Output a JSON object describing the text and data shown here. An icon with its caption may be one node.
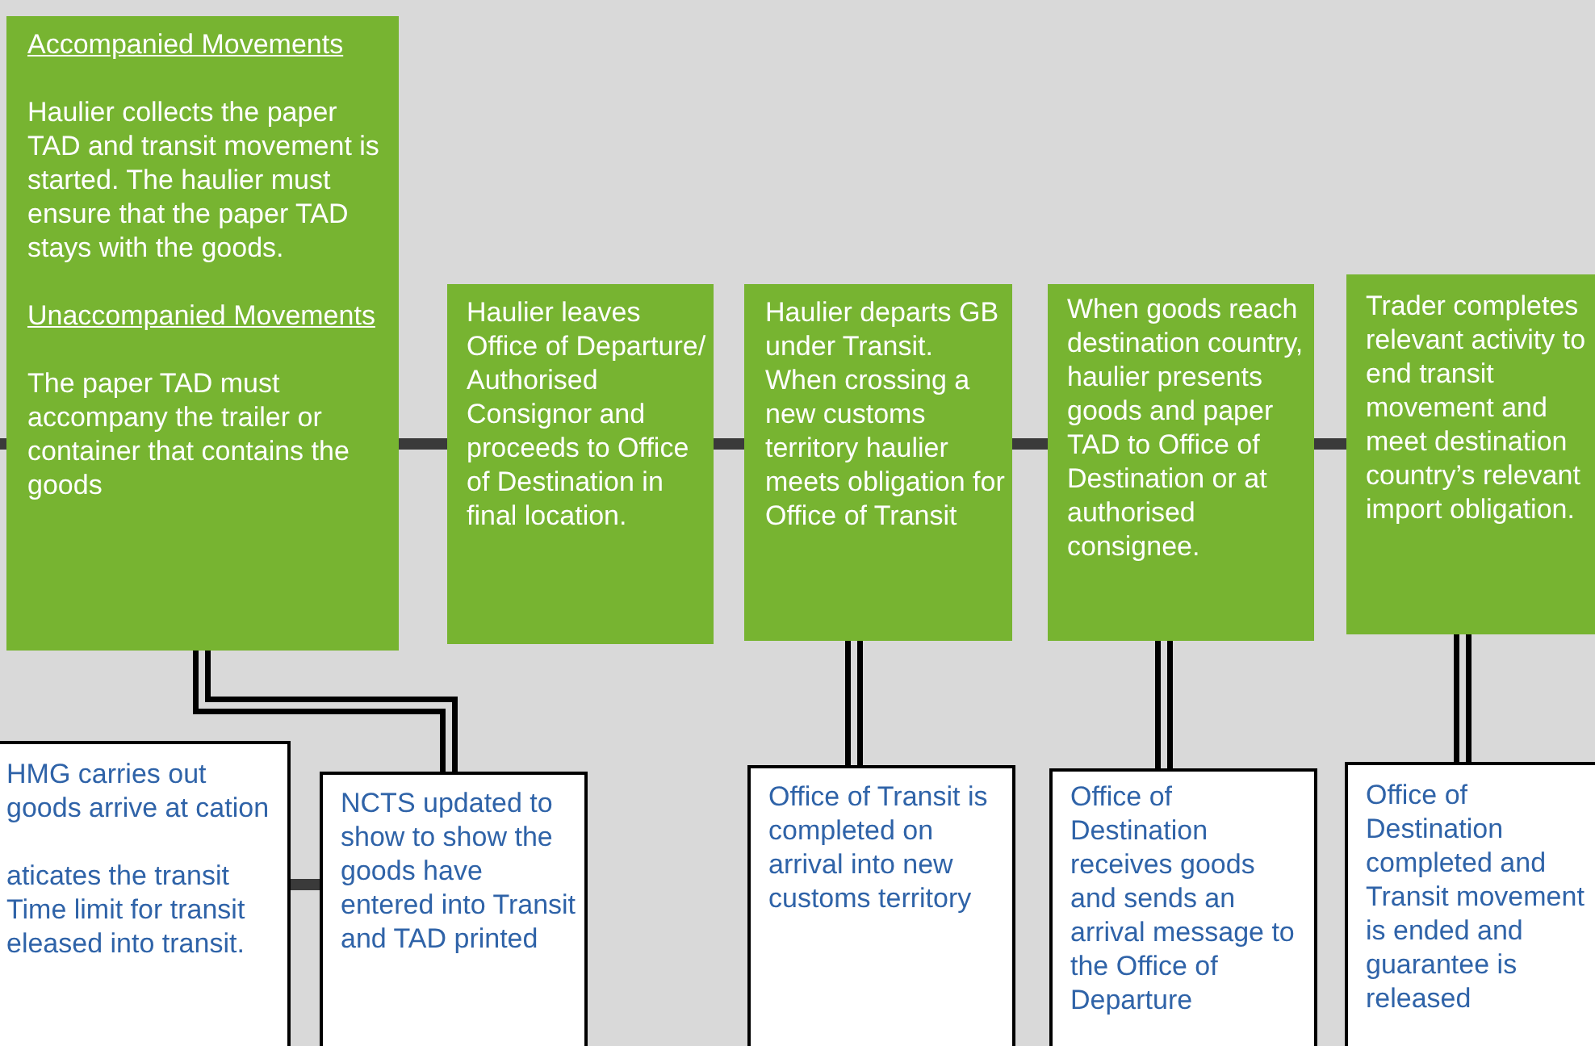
{
  "diagram": {
    "nodes": [
      {
        "text": [
          "Accompanied Movements",
          "Haulier collects the paper TAD and transit movement is started. The haulier must ensure that the paper TAD stays with the goods.",
          "Unaccompanied Movements",
          "The paper TAD must accompany the trailer or container that contains the goods"
        ]
      },
      {
        "text": [
          "Haulier leaves Office of Departure/ Authorised Consignor and proceeds to Office of Destination in final location."
        ]
      },
      {
        "text": [
          "Haulier departs GB under Transit. When crossing a new customs territory haulier meets obligation for Office of Transit"
        ]
      },
      {
        "text": [
          "When goods reach destination country, haulier presents goods and paper TAD to Office of Destination or at authorised consignee."
        ]
      },
      {
        "text": [
          "Trader completes relevant activity to end transit movement and meet destination country’s relevant import obligation."
        ]
      },
      {
        "text": [
          "HMG carries out goods arrive at cation",
          "aticates the transit Time limit for transit eleased into transit."
        ]
      },
      {
        "text": [
          "NCTS updated to show to show the goods have entered into Transit and TAD printed"
        ]
      },
      {
        "text": [
          "Office of Transit is completed on arrival into new customs territory"
        ]
      },
      {
        "text": [
          "Office of Destination receives goods and sends an arrival message to the Office of Departure"
        ]
      },
      {
        "text": [
          "Office of Destination completed and Transit movement is ended and guarantee is released"
        ]
      }
    ],
    "edges": [
      {
        "from": null,
        "to": 0,
        "arrow": "none"
      },
      {
        "from": 0,
        "to": 1,
        "arrow": "none"
      },
      {
        "from": 1,
        "to": 2,
        "arrow": "none"
      },
      {
        "from": 2,
        "to": 3,
        "arrow": "none"
      },
      {
        "from": 3,
        "to": 4,
        "arrow": "none"
      },
      {
        "from": 0,
        "to": 6,
        "arrow": "none",
        "color": "#000000"
      },
      {
        "from": 5,
        "to": 6,
        "arrow": "none"
      },
      {
        "from": 2,
        "to": 7,
        "arrow": "none",
        "color": "#000000"
      },
      {
        "from": 3,
        "to": 8,
        "arrow": "none",
        "color": "#000000"
      },
      {
        "from": 4,
        "to": 9,
        "arrow": "none",
        "color": "#000000"
      }
    ]
  }
}
